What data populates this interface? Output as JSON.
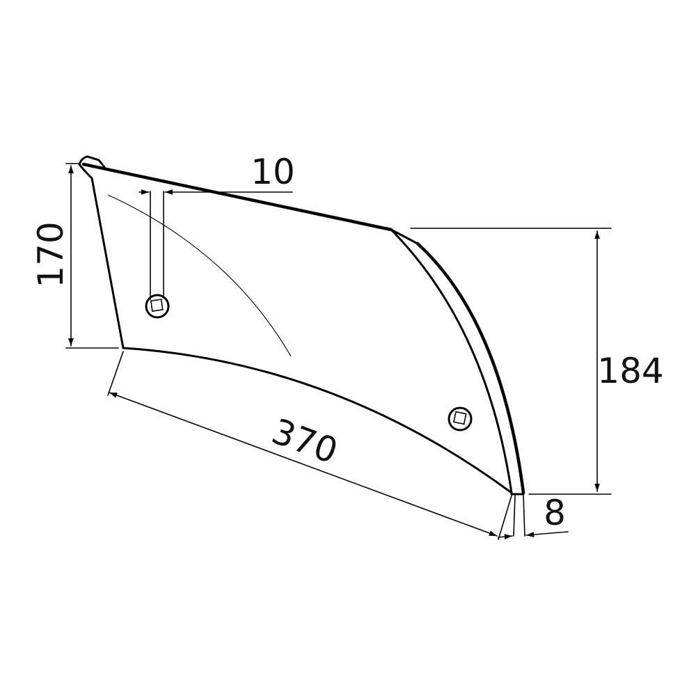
{
  "diagram": {
    "part": "plough-share",
    "colors": {
      "line": "#000000",
      "text": "#111111",
      "background": "#ffffff"
    },
    "dimensions": {
      "height_left": "170",
      "height_right": "184",
      "length_bottom": "370",
      "slot_width": "10",
      "tip_thickness": "8"
    }
  }
}
